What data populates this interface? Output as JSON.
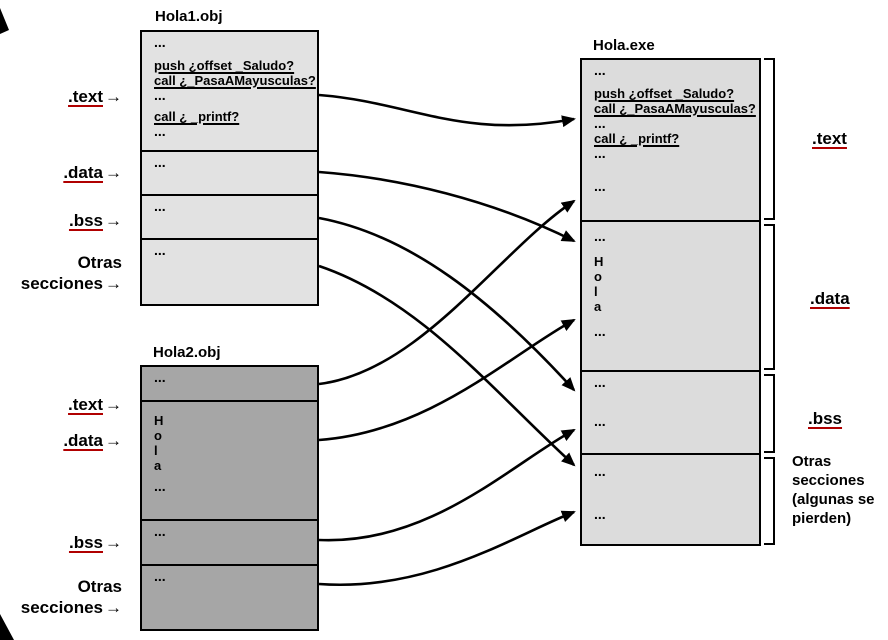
{
  "hola1": {
    "title": "Hola1.obj",
    "text_lines": [
      "...",
      "push ¿offset _Saludo?",
      "call ¿_PasaAMayusculas?",
      "...",
      "call ¿ _printf?",
      "..."
    ],
    "data_line": "...",
    "bss_line": "...",
    "otras_line": "..."
  },
  "hola2": {
    "title": "Hola2.obj",
    "text_line": "...",
    "data_lines": [
      "H",
      "o",
      "l",
      "a",
      "..."
    ],
    "bss_line": "...",
    "otras_line": "..."
  },
  "exe": {
    "title": "Hola.exe",
    "text_lines": [
      "...",
      "push ¿offset _Saludo?",
      "call ¿_PasaAMayusculas?",
      "...",
      "call ¿ _printf?",
      "...",
      "..."
    ],
    "data_lines": [
      "...",
      "H",
      "o",
      "l",
      "a",
      "..."
    ],
    "bss_lines": [
      "...",
      "..."
    ],
    "otras_lines": [
      "...",
      "..."
    ]
  },
  "arrow_glyph": "→",
  "left_labels": {
    "hola1_text": ".text",
    "hola1_data": ".data",
    "hola1_bss": ".bss",
    "hola1_otras": "Otras secciones",
    "hola2_text": ".text",
    "hola2_data": ".data",
    "hola2_bss": ".bss",
    "hola2_otras": "Otras secciones"
  },
  "right_labels": {
    "text": ".text",
    "data": ".data",
    "bss": ".bss",
    "otras": "Otras secciones (algunas se pierden)"
  },
  "connections": [
    {
      "from": "Hola1.obj .text",
      "to": "Hola.exe .text"
    },
    {
      "from": "Hola1.obj .data",
      "to": "Hola.exe .data"
    },
    {
      "from": "Hola1.obj .bss",
      "to": "Hola.exe .bss"
    },
    {
      "from": "Hola1.obj otras secciones",
      "to": "Hola.exe otras secciones"
    },
    {
      "from": "Hola2.obj .text",
      "to": "Hola.exe .text"
    },
    {
      "from": "Hola2.obj .data",
      "to": "Hola.exe .data"
    },
    {
      "from": "Hola2.obj .bss",
      "to": "Hola.exe .bss"
    },
    {
      "from": "Hola2.obj otras secciones",
      "to": "Hola.exe otras secciones"
    }
  ],
  "colors": {
    "obj1_fill": "#e2e2e2",
    "obj2_fill": "#a6a6a6",
    "exe_fill": "#dcdcdc",
    "label_underline": "#b00000",
    "stroke": "#000000"
  }
}
